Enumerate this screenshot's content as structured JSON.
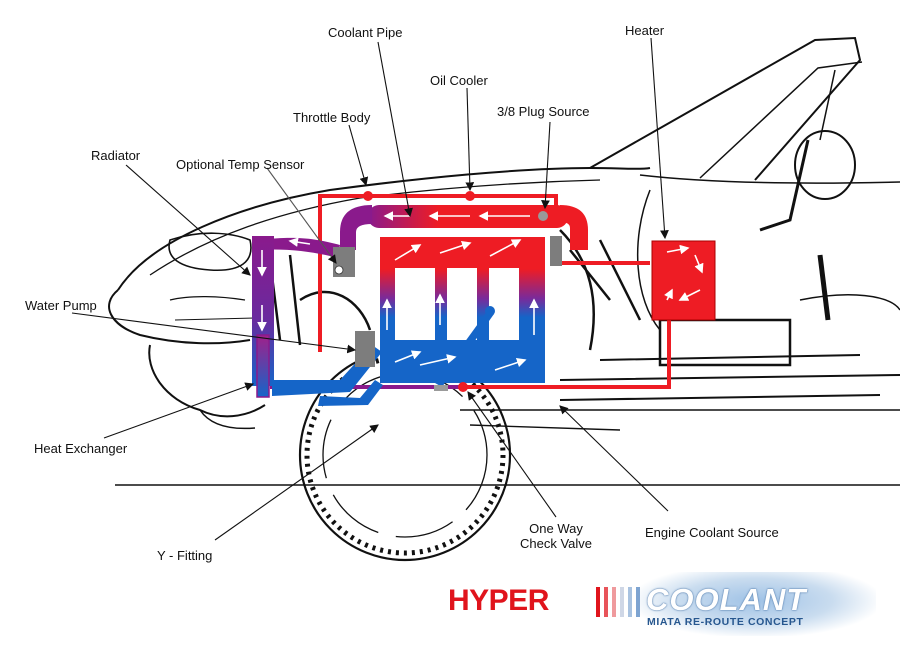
{
  "labels": {
    "coolant_pipe": "Coolant Pipe",
    "heater": "Heater",
    "oil_cooler": "Oil Cooler",
    "plug_source": "3/8 Plug Source",
    "throttle_body": "Throttle Body",
    "radiator": "Radiator",
    "temp_sensor": "Optional Temp Sensor",
    "water_pump": "Water Pump",
    "heat_exchanger": "Heat Exchanger",
    "y_fitting": "Y - Fitting",
    "check_valve_line1": "One Way",
    "check_valve_line2": "Check Valve",
    "engine_coolant_source": "Engine Coolant Source"
  },
  "logo": {
    "brand_left": "HYPER",
    "brand_right": "COOLANT",
    "tagline": "MIATA RE-ROUTE CONCEPT"
  },
  "colors": {
    "hot": "#ee1c24",
    "cold": "#1565c8",
    "transition": "#8a1a8c",
    "fitting_gray": "#7d7d7d",
    "line_art": "#111111",
    "logo_red": "#e0141c",
    "logo_blue": "#27578f"
  }
}
